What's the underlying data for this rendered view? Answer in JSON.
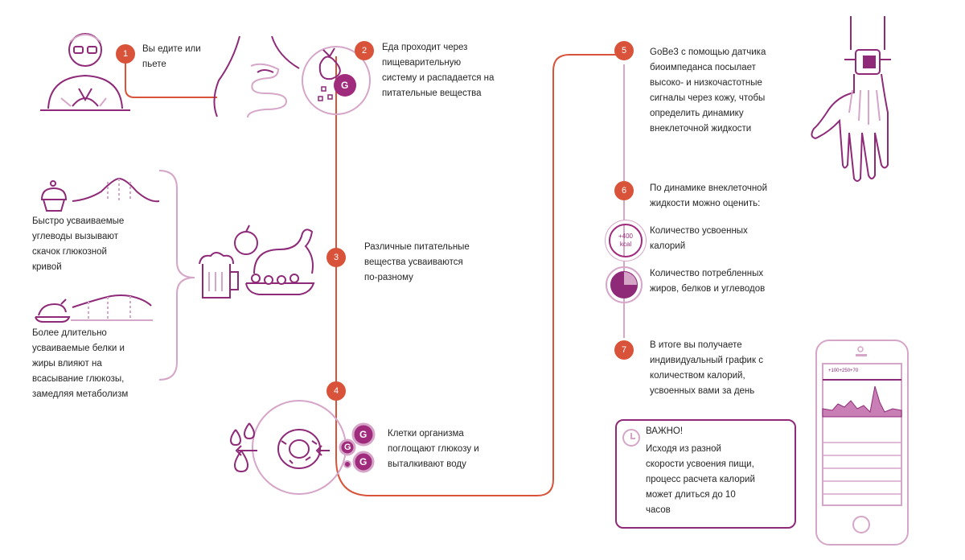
{
  "steps": [
    {
      "number": "1",
      "text": "Вы едите или\nпьете"
    },
    {
      "number": "2",
      "text": "Еда проходит через\nпищеварительную\nсистему и распадается на\nпитательные вещества"
    },
    {
      "number": "3",
      "text": "Различные питательные\nвещества усваиваются\nпо-разному"
    },
    {
      "number": "4",
      "text": "Клетки организма\nпоглощают глюкозу и\nвыталкивают воду"
    },
    {
      "number": "5",
      "text": "GoBe3 с помощью датчика\nбиоимпеданса посылает\nвысоко- и низкочастотные\nсигналы через кожу, чтобы\nопределить динамику\nвнеклеточной жидкости"
    },
    {
      "number": "6",
      "text": "По динамике внеклеточной\nжидкости можно оценить:"
    },
    {
      "number": "7",
      "text": "В итоге вы получаете\nиндивидуальный график с\nколичеством калорий,\nусвоенных вами за день"
    }
  ],
  "left_notes": {
    "fast_carbs": "Быстро усваиваемые\nуглеводы вызывают\nскачок глюкозной\nкривой",
    "slow_nutrients": "Более длительно\nусваиваемые белки и\nжиры влияют на\nвсасывание глюкозы,\nзамедляя метаболизм"
  },
  "estimates": {
    "calories_text": "Количество усвоенных\nкалорий",
    "macros_text": "Количество потребленных\nжиров, белков и углеводов",
    "kcal_value": "+400",
    "kcal_unit": "kcal"
  },
  "glucose_label": "G",
  "phone_label": "+100+250+70",
  "warning": {
    "title": "ВАЖНО!",
    "text": "Исходя из разной\nскорости усвоения пищи,\nпроцесс расчета калорий\nможет   длиться до 10\nчасов"
  },
  "colors": {
    "accent_orange": "#d9533a",
    "purple": "#8e2a78",
    "light_purple": "#d6a6c9"
  }
}
